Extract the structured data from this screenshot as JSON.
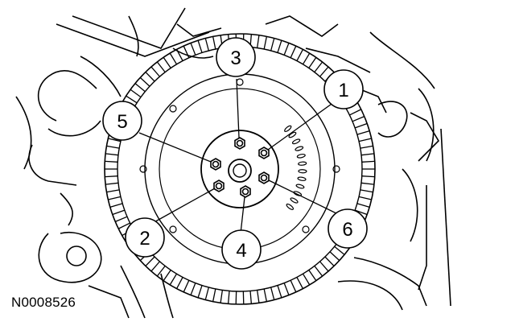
{
  "figure": {
    "id_label": "N0008526",
    "subject": "flywheel-bolt-pattern",
    "callouts": [
      {
        "number": "1",
        "points_to": "bolt-1"
      },
      {
        "number": "2",
        "points_to": "bolt-2"
      },
      {
        "number": "3",
        "points_to": "bolt-3"
      },
      {
        "number": "4",
        "points_to": "bolt-4"
      },
      {
        "number": "5",
        "points_to": "bolt-5"
      },
      {
        "number": "6",
        "points_to": "bolt-6"
      }
    ]
  }
}
